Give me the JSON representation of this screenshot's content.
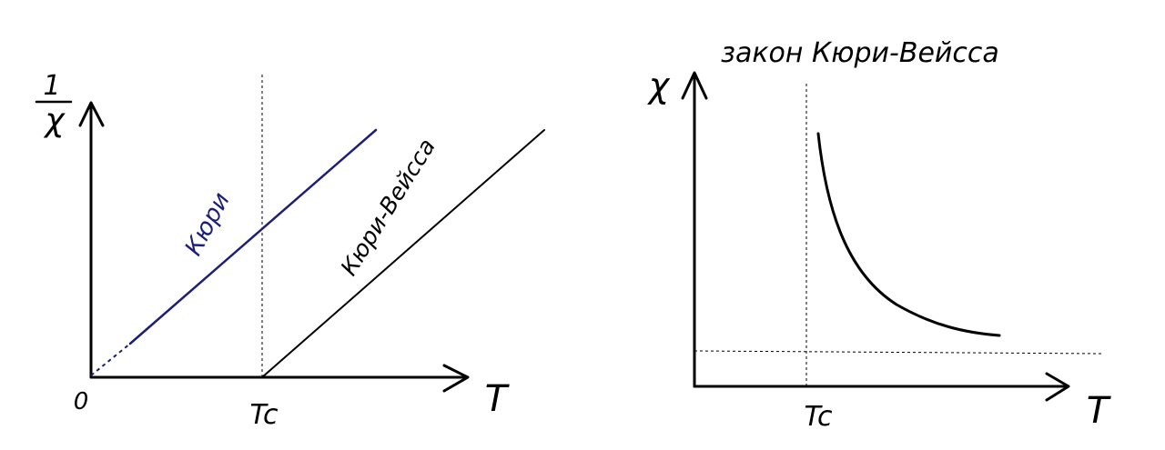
{
  "left_panel": {
    "y_axis_label_num": "1",
    "y_axis_label_den": "χ",
    "x_axis_label": "T",
    "origin_label": "0",
    "tc_label": "Tc",
    "curie_label": "Кюри",
    "curie_weiss_label": "Кюри-Вейсса",
    "colors": {
      "curie": "#1c1f78",
      "curie_weiss": "#000000",
      "axes": "#000000"
    }
  },
  "right_panel": {
    "title": "закон Кюри-Вейсса",
    "y_axis_label": "χ",
    "x_axis_label": "T",
    "tc_label": "Tc"
  }
}
